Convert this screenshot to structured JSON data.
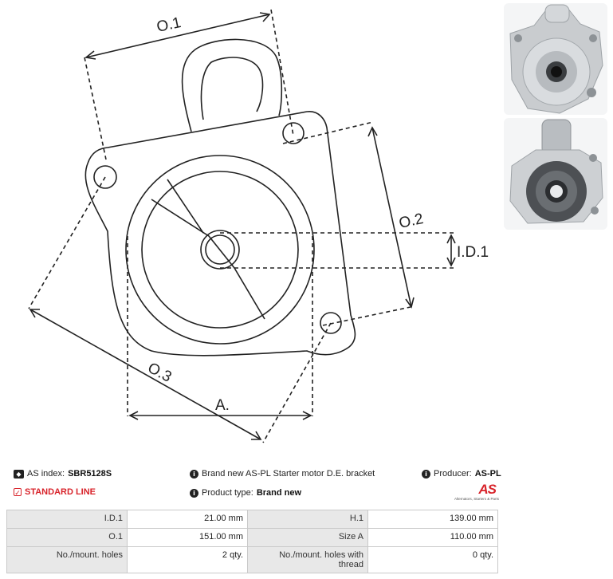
{
  "drawing": {
    "labels": {
      "o1": "O.1",
      "o2": "O.2",
      "o3": "O.3",
      "id1": "I.D.1",
      "a": "A."
    }
  },
  "photos": {
    "top_icon": "bracket-front-photo",
    "bottom_icon": "bracket-rear-photo"
  },
  "info": {
    "as_index_label": "AS index:",
    "as_index_value": "SBR5128S",
    "standard_line": "STANDARD LINE",
    "description": "Brand new AS-PL Starter motor D.E. bracket",
    "product_type_label": "Product type:",
    "product_type_value": "Brand new",
    "producer_label": "Producer:",
    "producer_value": "AS-PL"
  },
  "logo": {
    "mark": "AS",
    "tagline": "Alternators, Starters & Parts"
  },
  "specs": [
    [
      "I.D.1",
      "21.00 mm",
      "H.1",
      "139.00 mm"
    ],
    [
      "O.1",
      "151.00 mm",
      "Size A",
      "110.00 mm"
    ],
    [
      "No./mount. holes",
      "2 qty.",
      "No./mount. holes with thread",
      "0 qty."
    ]
  ],
  "colors": {
    "accent_red": "#d8232a",
    "table_key_bg": "#e8e8e8",
    "line": "#222222"
  }
}
